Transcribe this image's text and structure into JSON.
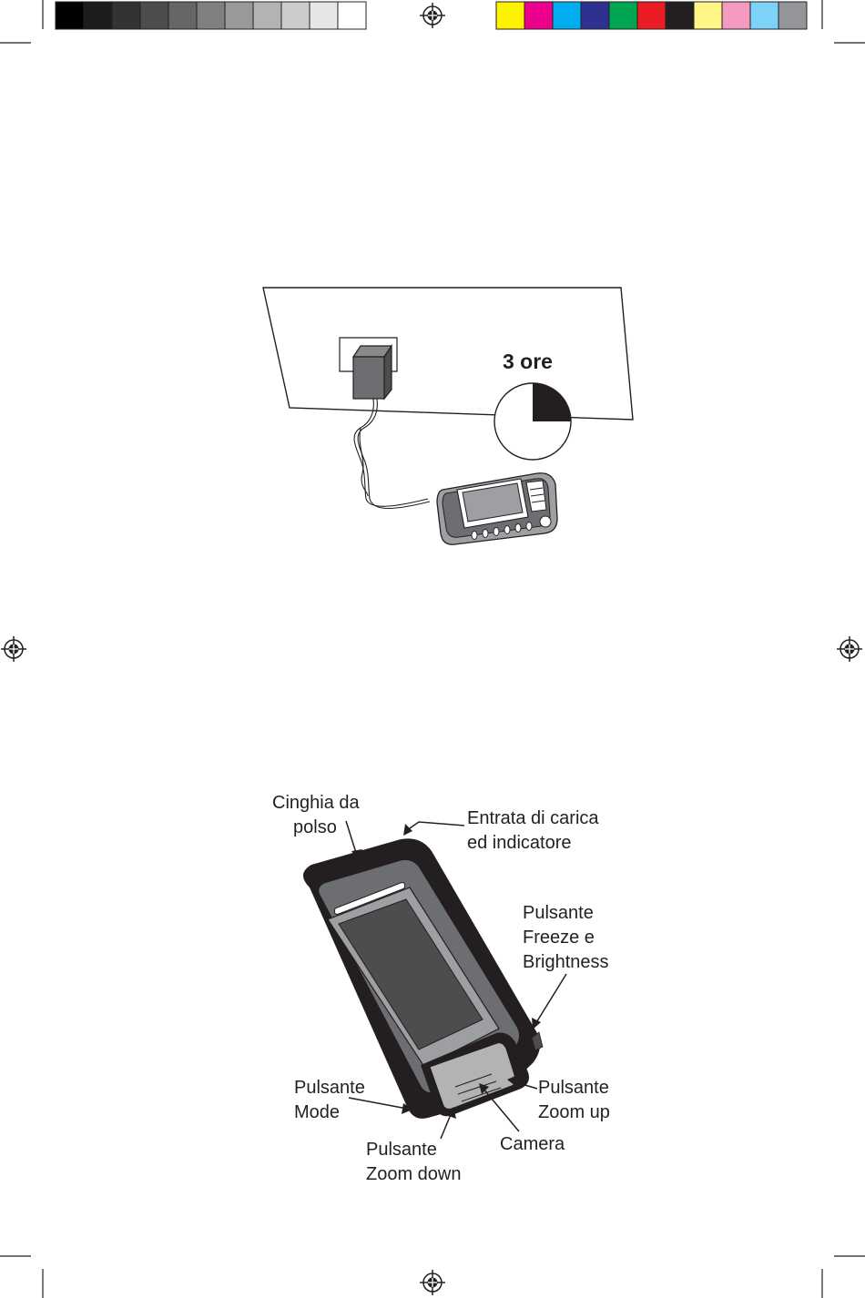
{
  "color_bar": {
    "grays": [
      "#000000",
      "#1c1c1c",
      "#333333",
      "#4d4d4d",
      "#666666",
      "#808080",
      "#999999",
      "#b3b3b3",
      "#cccccc",
      "#e6e6e6",
      "#ffffff"
    ],
    "colors": [
      "#fff200",
      "#ec008c",
      "#00aeef",
      "#2e3192",
      "#00a651",
      "#ed1c24",
      "#231f20",
      "#fff685",
      "#f49ac1",
      "#7dd3f7",
      "#939598"
    ]
  },
  "charging_illustration": {
    "time_label": "3 ore"
  },
  "device_diagram": {
    "labels": {
      "wrist_strap": [
        "Cinghia da",
        "polso"
      ],
      "charge_port": [
        "Entrata di carica",
        "ed indicatore"
      ],
      "freeze_button": [
        "Pulsante",
        "Freeze e",
        "Brightness"
      ],
      "mode_button": [
        "Pulsante",
        "Mode"
      ],
      "zoom_up_button": [
        "Pulsante",
        "Zoom up"
      ],
      "zoom_down_button": [
        "Pulsante",
        "Zoom down"
      ],
      "camera": [
        "Camera"
      ]
    }
  }
}
